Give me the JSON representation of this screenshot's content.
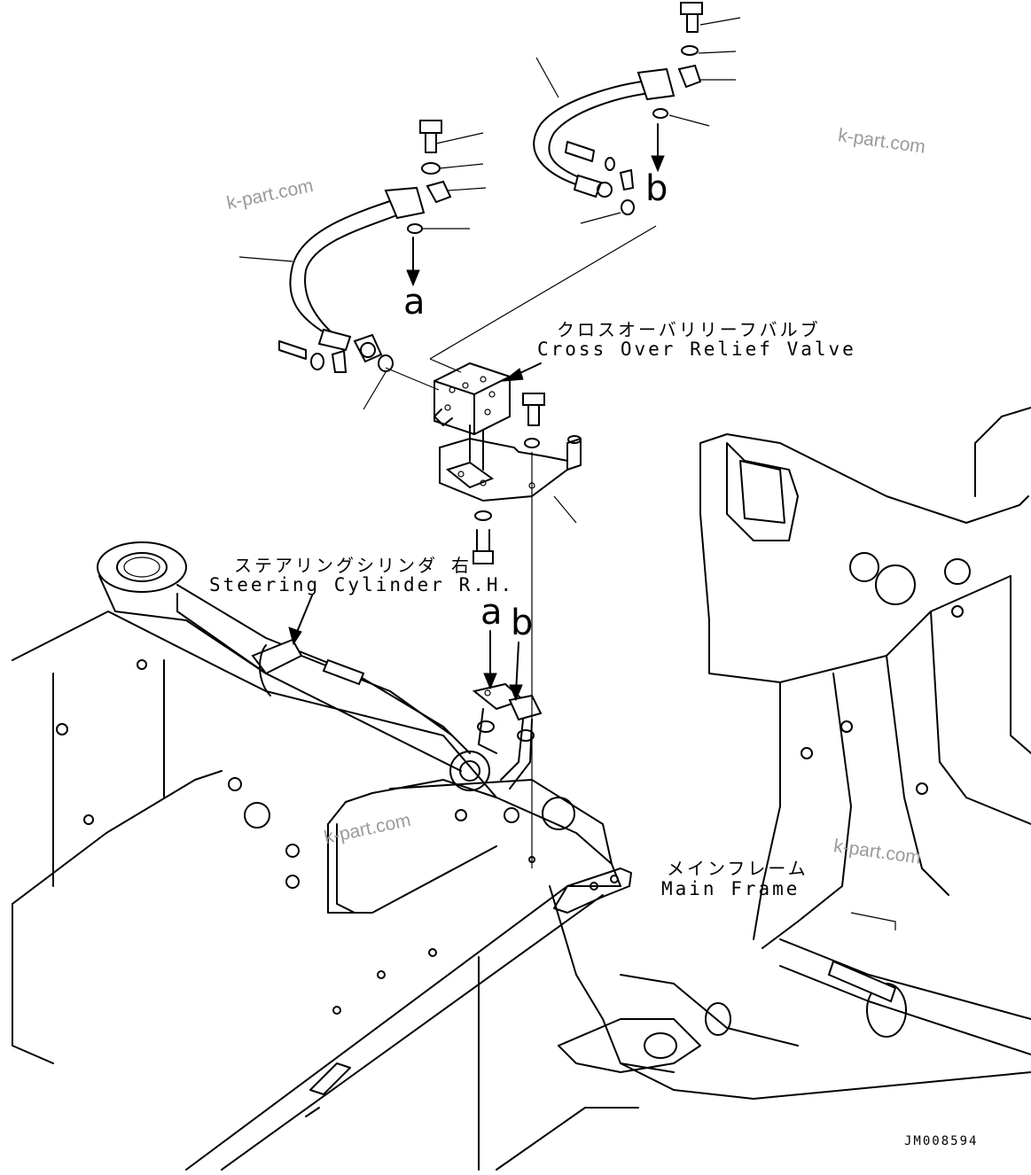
{
  "labels": {
    "cross_over_relief_valve_jp": "クロスオーバリリーフバルブ",
    "cross_over_relief_valve_en": "Cross Over Relief Valve",
    "steering_cylinder_jp": "ステアリングシリンダ 右",
    "steering_cylinder_en": "Steering Cylinder R.H.",
    "main_frame_jp": "メインフレーム",
    "main_frame_en": "Main Frame"
  },
  "connection_markers": {
    "a_top": "a",
    "b_top": "b",
    "a_lower": "a",
    "b_lower": "b"
  },
  "watermark": "k-part.com",
  "drawing_code": "JM008594"
}
